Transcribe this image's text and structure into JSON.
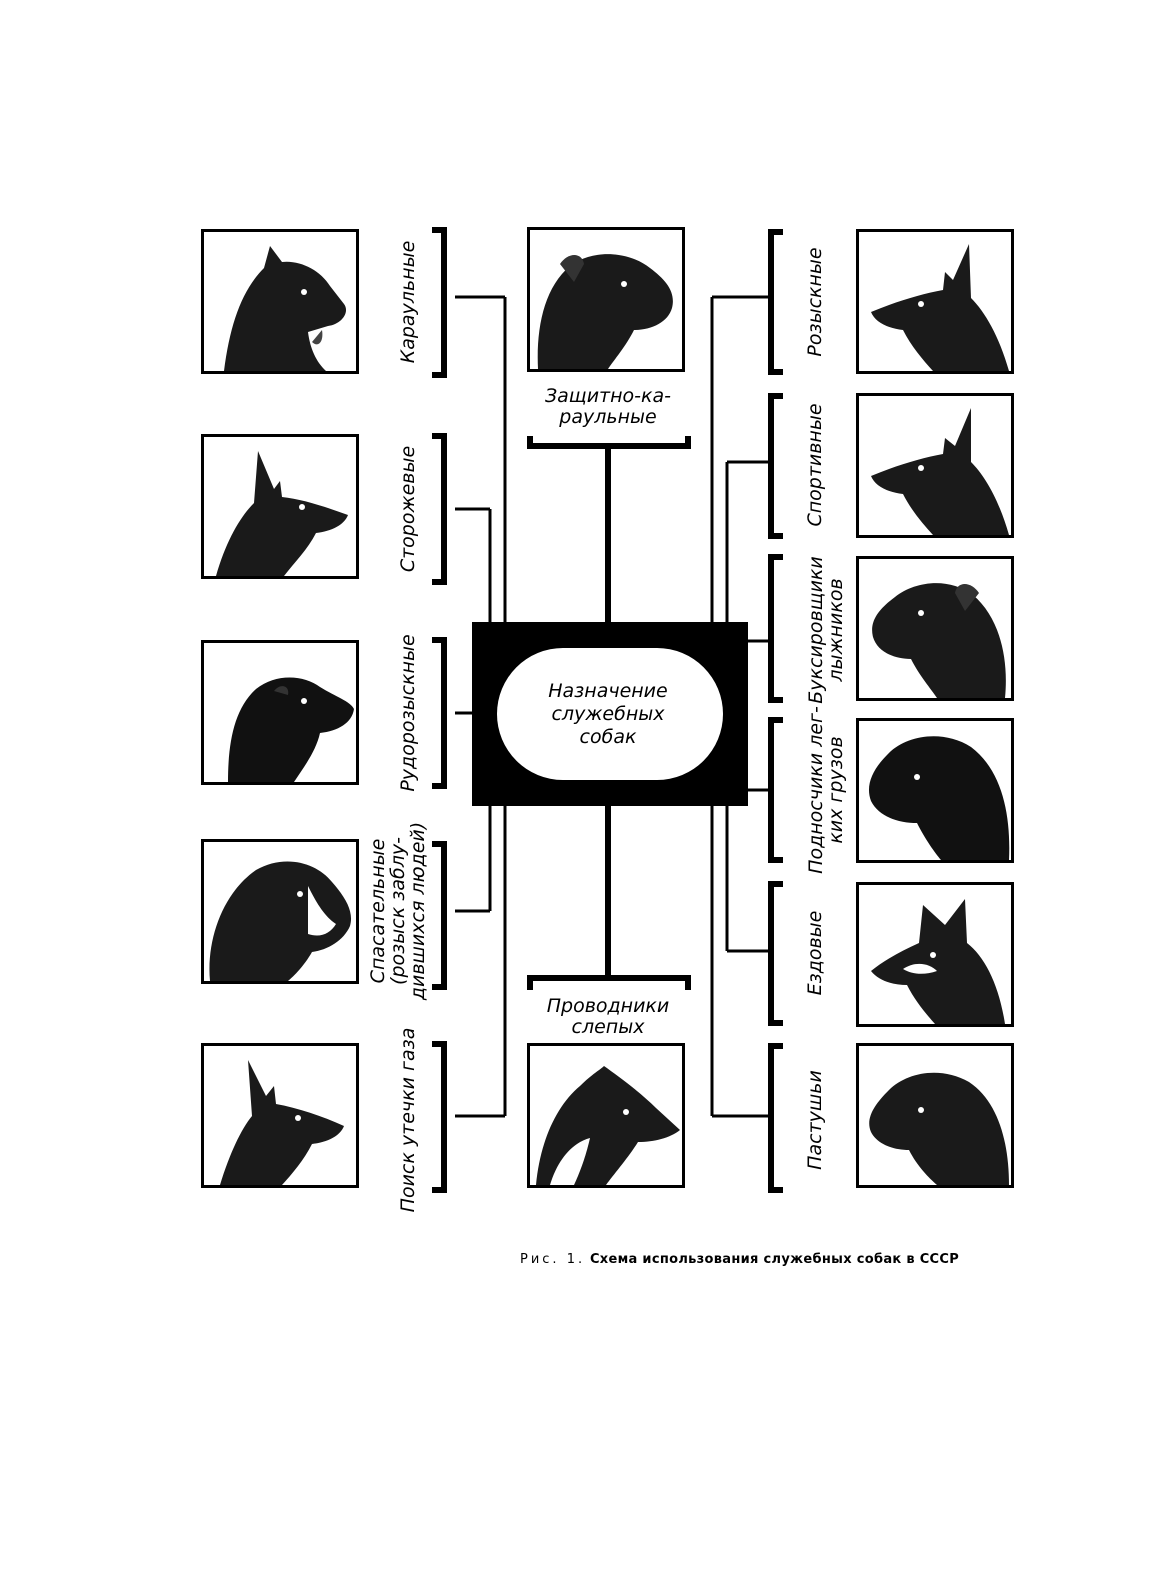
{
  "center": {
    "text": "Назначение\nслужебных\nсобак"
  },
  "left_labels": [
    "Караульные",
    "Сторожевые",
    "Рудорозыскные",
    "Спасательные\n(розыск заблу-\nдившихся людей)",
    "Поиск утечки газа"
  ],
  "right_labels": [
    "Розыскные",
    "Спортивные",
    "Буксировщики\nлыжников",
    "Подносчики лег-\nких грузов",
    "Ездовые",
    "Пастушьи"
  ],
  "top_label": "Защитно-ка-\nраульные",
  "bottom_label": "Проводники\nслепых",
  "caption": {
    "lead": "Рис. 1.",
    "text": "Схема использования служебных собак в СССР"
  }
}
